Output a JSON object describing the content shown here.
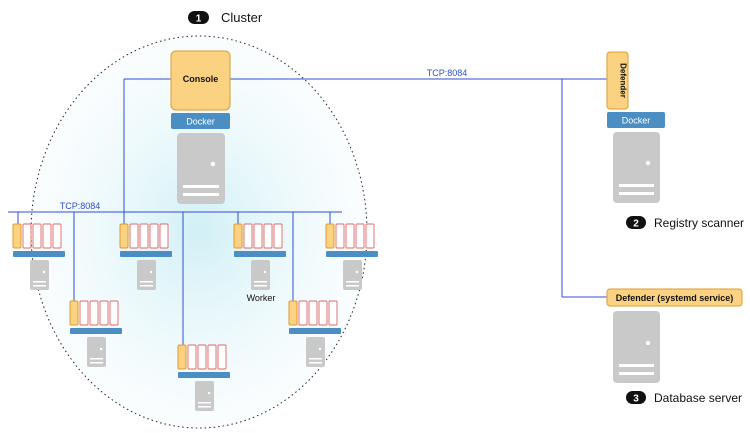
{
  "callouts": {
    "cluster": {
      "number": "1",
      "label": "Cluster"
    },
    "registry": {
      "number": "2",
      "label": "Registry scanner"
    },
    "database": {
      "number": "3",
      "label": "Database server"
    }
  },
  "links": {
    "top": "TCP:8084",
    "cluster_bus": "TCP:8084"
  },
  "components": {
    "console": "Console",
    "docker": "Docker",
    "defender": "Defender",
    "defender_systemd": "Defender (systemd service)",
    "worker": "Worker"
  },
  "colors": {
    "line_blue": "#2f4fd0",
    "console_fill": "#fbd281",
    "console_stroke": "#e09b2d",
    "docker_fill": "#4b8ec4",
    "server_gray": "#c9c9c9",
    "container_stroke": "#e06666",
    "badge_black": "#111111"
  }
}
